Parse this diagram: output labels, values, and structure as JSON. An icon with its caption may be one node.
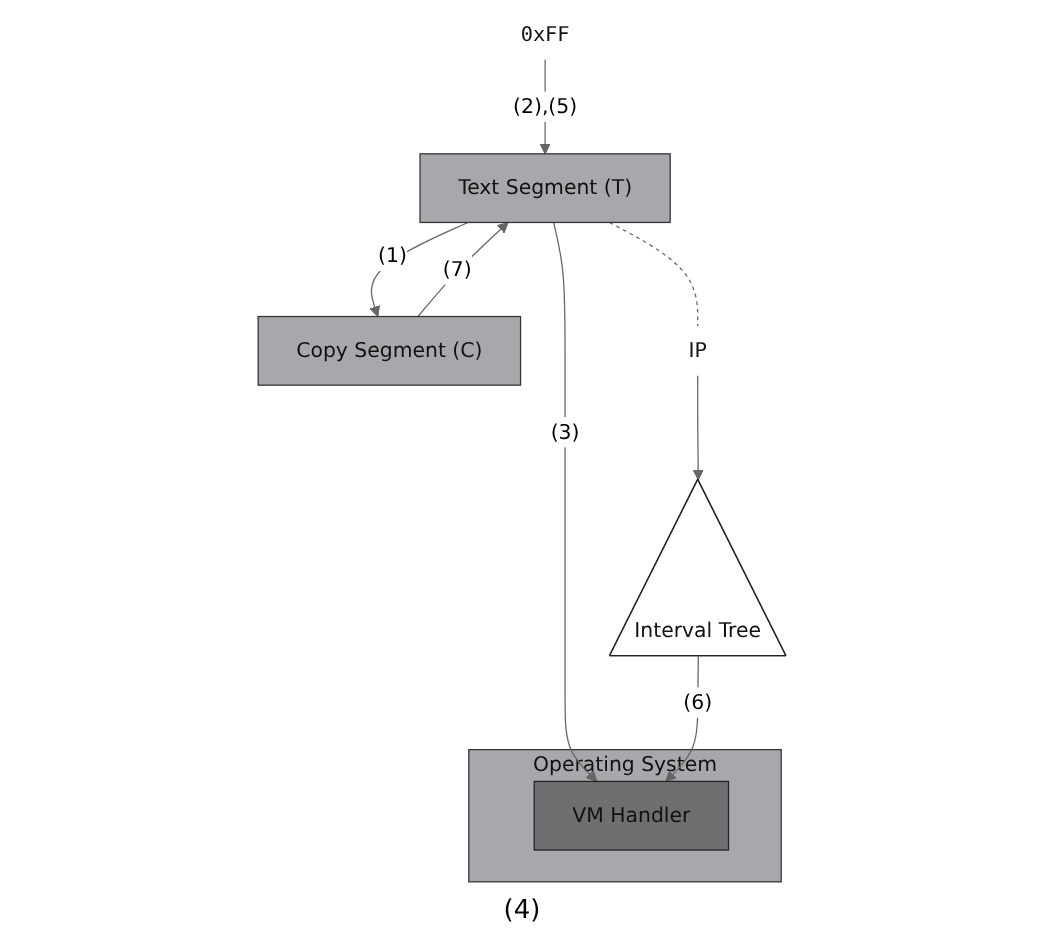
{
  "diagram": {
    "nodes": [
      {
        "text": [
          "Text Segment (T)"
        ]
      },
      {
        "text": [
          "Copy Segment (C)"
        ]
      },
      {
        "text": [
          "0xFF"
        ]
      },
      {
        "text": [
          "IP"
        ]
      },
      {
        "text": [
          "Interval Tree"
        ]
      },
      {
        "text": [
          "Operating System"
        ]
      },
      {
        "text": [
          "VM Handler"
        ],
        "in": 5
      }
    ],
    "edges": [
      {
        "from": 2,
        "to": 0,
        "arrow": "to",
        "label": "(2),(5)"
      },
      {
        "from": 0,
        "to": 1,
        "arrow": "to",
        "label": "(1)"
      },
      {
        "from": 1,
        "to": 0,
        "arrow": "to",
        "label": "(7)"
      },
      {
        "from": 0,
        "to": 3,
        "arrow": "none",
        "style": "dashed"
      },
      {
        "from": 3,
        "to": 4,
        "arrow": "to"
      },
      {
        "from": 0,
        "to": 6,
        "arrow": "to",
        "label": "(3)"
      },
      {
        "from": 4,
        "to": 6,
        "arrow": "to",
        "label": "(6)"
      }
    ],
    "labels": [
      "(4)"
    ]
  }
}
